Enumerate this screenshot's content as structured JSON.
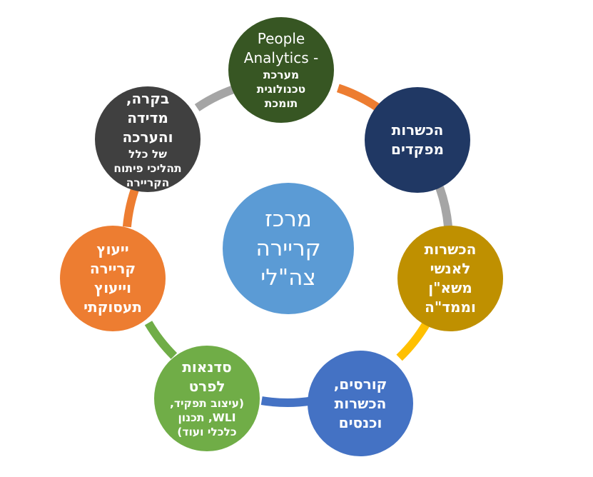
{
  "diagram": {
    "center": {
      "lines": [
        "מרכז",
        "קריירה",
        "צה\"לי"
      ],
      "color": "#5b9bd5"
    },
    "nodes": [
      {
        "id": "people",
        "title": [
          "People",
          "Analytics -"
        ],
        "sub": [
          "מערכת",
          "טכנולוגית",
          "תומכת"
        ],
        "color": "#375623"
      },
      {
        "id": "managers",
        "title": [
          "הכשרות",
          "מפקדים"
        ],
        "sub": [],
        "color": "#203864"
      },
      {
        "id": "hr",
        "title": [
          "הכשרות",
          "לאנשי",
          "משא\"ן",
          "וממד\"ה"
        ],
        "sub": [],
        "color": "#bf9000"
      },
      {
        "id": "courses",
        "title": [
          "קורסים,",
          "הכשרות",
          "וכנסים"
        ],
        "sub": [],
        "color": "#4472c4"
      },
      {
        "id": "workshops",
        "title": [
          "סדנאות",
          "לפרט"
        ],
        "sub": [
          "(עיצוב תפקיד,",
          "WLI, תכנון",
          "כלכלי ועוד)"
        ],
        "color": "#70ad47"
      },
      {
        "id": "counseling",
        "title": [
          "ייעוץ",
          "קריירה",
          "וייעוץ",
          "תעסוקתי"
        ],
        "sub": [],
        "color": "#ed7d31"
      },
      {
        "id": "control",
        "title": [
          "בקרה,",
          "מדידה",
          "והערכה"
        ],
        "sub": [
          "של כלל",
          "תהליכי פיתוח",
          "הקריירה"
        ],
        "color": "#404040"
      }
    ],
    "connector_colors": [
      "#ed7d31",
      "#a5a5a5",
      "#ffc000",
      "#4472c4",
      "#70ad47",
      "#ed7d31",
      "#a5a5a5"
    ]
  }
}
